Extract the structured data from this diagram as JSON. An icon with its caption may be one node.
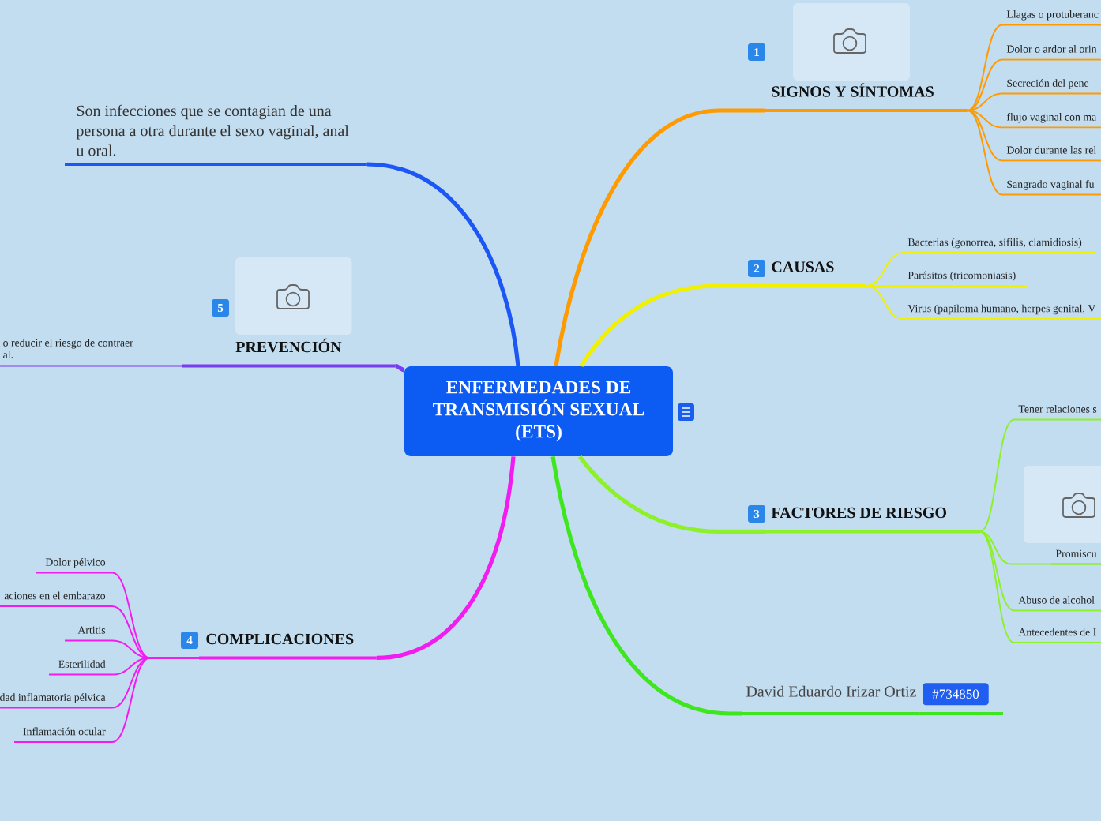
{
  "diagram": {
    "nodes": [
      {
        "text": [
          "ENFERMEDADES DE TRANSMISIÓN SEXUAL (ETS)"
        ]
      },
      {
        "text": [
          "Son infecciones que se contagian de una persona a otra durante el sexo vaginal, anal u oral."
        ]
      },
      {
        "text": [
          "SIGNOS Y SÍNTOMAS"
        ],
        "beside": [
          "1"
        ]
      },
      {
        "text": [
          "Llagas o protuberanc"
        ]
      },
      {
        "text": [
          "Dolor o ardor al orin"
        ]
      },
      {
        "text": [
          "Secreción del pene"
        ]
      },
      {
        "text": [
          "flujo vaginal con ma"
        ]
      },
      {
        "text": [
          "Dolor durante las rel"
        ]
      },
      {
        "text": [
          "Sangrado vaginal fu"
        ]
      },
      {
        "text": [
          "CAUSAS"
        ],
        "beside": [
          "2"
        ]
      },
      {
        "text": [
          "Bacterias (gonorrea, sífilis, clamidiosis)"
        ]
      },
      {
        "text": [
          "Parásitos (tricomoniasis)"
        ]
      },
      {
        "text": [
          "Virus (papiloma humano, herpes genital, V"
        ]
      },
      {
        "text": [
          "FACTORES DE RIESGO"
        ],
        "beside": [
          "3"
        ]
      },
      {
        "text": [
          "Tener relaciones s"
        ]
      },
      {
        "text": [
          "Promiscu"
        ]
      },
      {
        "text": [
          "Abuso de alcohol"
        ]
      },
      {
        "text": [
          "Antecedentes de I"
        ]
      },
      {
        "text": [
          "David Eduardo Irizar Ortiz"
        ],
        "beside": [
          "#734850"
        ]
      },
      {
        "text": [
          "COMPLICACIONES"
        ],
        "beside": [
          "4"
        ]
      },
      {
        "text": [
          "Dolor pélvico"
        ]
      },
      {
        "text": [
          "aciones en el embarazo"
        ]
      },
      {
        "text": [
          "Artitis"
        ]
      },
      {
        "text": [
          "Esterilidad"
        ]
      },
      {
        "text": [
          "dad inflamatoria pélvica"
        ]
      },
      {
        "text": [
          "Inflamación ocular"
        ]
      },
      {
        "text": [
          "PREVENCIÓN"
        ],
        "beside": [
          "5"
        ]
      },
      {
        "text": [
          "o reducir el riesgo de contraer al."
        ]
      }
    ],
    "edges": [
      {
        "from": 0,
        "to": 1,
        "arrow": "none",
        "style": "thick",
        "color": "#1c57f5"
      },
      {
        "from": 0,
        "to": 2,
        "arrow": "none",
        "style": "thick",
        "color": "#ff9a00"
      },
      {
        "from": 2,
        "to": 3,
        "arrow": "none",
        "color": "#ff9a00"
      },
      {
        "from": 2,
        "to": 4,
        "arrow": "none",
        "color": "#ff9a00"
      },
      {
        "from": 2,
        "to": 5,
        "arrow": "none",
        "color": "#ff9a00"
      },
      {
        "from": 2,
        "to": 6,
        "arrow": "none",
        "color": "#ff9a00"
      },
      {
        "from": 2,
        "to": 7,
        "arrow": "none",
        "color": "#ff9a00"
      },
      {
        "from": 2,
        "to": 8,
        "arrow": "none",
        "color": "#ff9a00"
      },
      {
        "from": 0,
        "to": 9,
        "arrow": "none",
        "style": "thick",
        "color": "#f0f000"
      },
      {
        "from": 9,
        "to": 10,
        "arrow": "none",
        "color": "#f0f000"
      },
      {
        "from": 9,
        "to": 11,
        "arrow": "none",
        "color": "#f0f000"
      },
      {
        "from": 9,
        "to": 12,
        "arrow": "none",
        "color": "#f0f000"
      },
      {
        "from": 0,
        "to": 13,
        "arrow": "none",
        "style": "thick",
        "color": "#8cf02a"
      },
      {
        "from": 13,
        "to": 14,
        "arrow": "none",
        "color": "#8cf02a"
      },
      {
        "from": 13,
        "to": 15,
        "arrow": "none",
        "color": "#8cf02a"
      },
      {
        "from": 13,
        "to": 16,
        "arrow": "none",
        "color": "#8cf02a"
      },
      {
        "from": 13,
        "to": 17,
        "arrow": "none",
        "color": "#8cf02a"
      },
      {
        "from": 0,
        "to": 18,
        "arrow": "none",
        "style": "thick",
        "color": "#3ee61e"
      },
      {
        "from": 0,
        "to": 19,
        "arrow": "none",
        "style": "thick",
        "color": "#f01cf0"
      },
      {
        "from": 19,
        "to": 20,
        "arrow": "none",
        "color": "#f01cf0"
      },
      {
        "from": 19,
        "to": 21,
        "arrow": "none",
        "color": "#f01cf0"
      },
      {
        "from": 19,
        "to": 22,
        "arrow": "none",
        "color": "#f01cf0"
      },
      {
        "from": 19,
        "to": 23,
        "arrow": "none",
        "color": "#f01cf0"
      },
      {
        "from": 19,
        "to": 24,
        "arrow": "none",
        "color": "#f01cf0"
      },
      {
        "from": 19,
        "to": 25,
        "arrow": "none",
        "color": "#f01cf0"
      },
      {
        "from": 0,
        "to": 26,
        "arrow": "none",
        "style": "thick",
        "color": "#7a3cf0"
      },
      {
        "from": 26,
        "to": 27,
        "arrow": "none",
        "color": "#7a3cf0"
      }
    ]
  }
}
